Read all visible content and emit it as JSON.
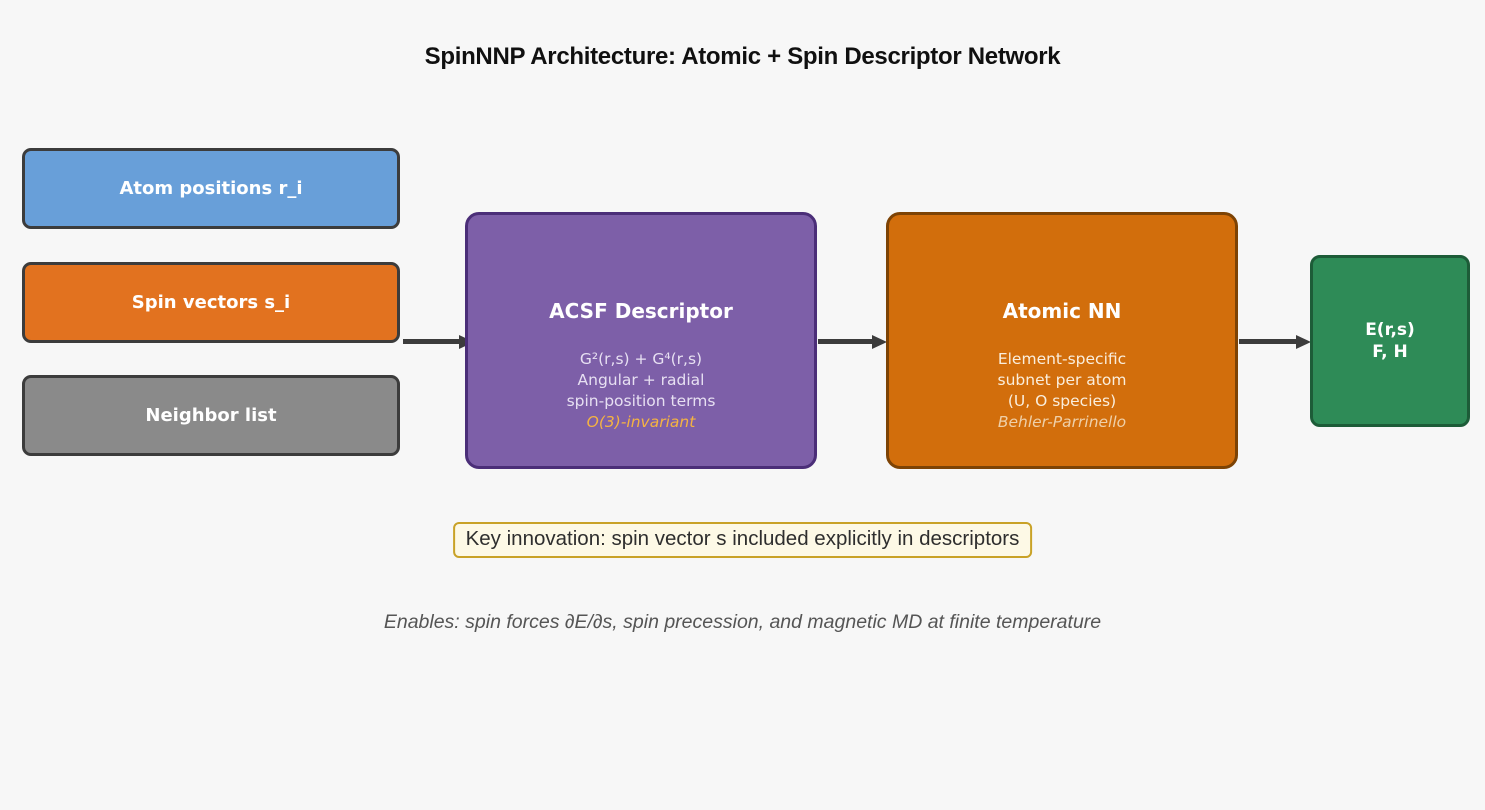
{
  "title": "SpinNNP Architecture: Atomic + Spin Descriptor Network",
  "inputs": [
    {
      "label": "Atom positions r_i",
      "fill": "#689fd9"
    },
    {
      "label": "Spin vectors s_i",
      "fill": "#e2721f"
    },
    {
      "label": "Neighbor list",
      "fill": "#8a8a8a"
    }
  ],
  "acsf": {
    "title": "ACSF Descriptor",
    "lines": [
      "G²(r,s) + G⁴(r,s)",
      "Angular + radial",
      "spin-position terms"
    ],
    "italic_line": "O(3)-invariant",
    "fill": "#7d5fa8",
    "border": "#4b2e78",
    "italic_color": "#f5b342"
  },
  "atomic_nn": {
    "title": "Atomic NN",
    "lines": [
      "Element-specific",
      "subnet per atom",
      "(U, O species)"
    ],
    "italic_line": "Behler-Parrinello",
    "fill": "#d26e0c",
    "border": "#7d4305",
    "italic_color": "#efd0a9"
  },
  "output": {
    "line1": "E(r,s)",
    "line2": "F, H",
    "fill": "#2e8b57",
    "border": "#1d5c38"
  },
  "key_note": "Key innovation: spin vector s included explicitly in descriptors",
  "key_note_colors": {
    "background": "#fdf9e6",
    "border": "#c9a227",
    "text": "#2e2e2e"
  },
  "footer": "Enables: spin forces ∂E/∂s, spin precession, and magnetic MD at finite temperature",
  "arrow_color": "#3c3c3c",
  "background": "#f7f7f7"
}
